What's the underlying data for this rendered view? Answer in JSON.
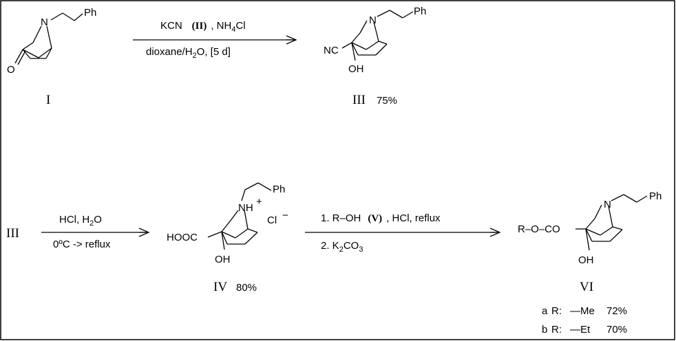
{
  "atoms": {
    "N": "N",
    "Ph": "Ph",
    "O": "O",
    "NC": "NC",
    "OH": "OH",
    "HOOC": "HOOC",
    "NH": "NH",
    "plus": "+",
    "Cl": "Cl",
    "minus": "−",
    "RO": "R–O–CO"
  },
  "step1": {
    "reagent_a": "KCN",
    "reagent_roman": "(II)",
    "reagent_b": ", NH",
    "reagent_b_sub": "4",
    "reagent_b_end": "Cl",
    "solvent_a": "dioxane/H",
    "solvent_sub": "2",
    "solvent_b": "O,  [5 d]"
  },
  "step2": {
    "reagent_a": "HCl,  H",
    "reagent_sub": "2",
    "reagent_b": "O",
    "cond": "0ºC  ->  reflux"
  },
  "step3": {
    "line1_a": "1.  R–OH",
    "line1_roman": "(V)",
    "line1_b": ", HCl,  reflux",
    "line2_a": "2.  K",
    "line2_sub1": "2",
    "line2_b": "CO",
    "line2_sub2": "3"
  },
  "compounds": {
    "I": "I",
    "III": "III",
    "III_yield": "75%",
    "III_left": "III",
    "IV": "IV",
    "IV_yield": "80%",
    "VI": "VI"
  },
  "variants": [
    {
      "letter": "a",
      "label": "R:",
      "group": "—Me",
      "yield": "72%"
    },
    {
      "letter": "b",
      "label": "R:",
      "group": "—Et",
      "yield": "70%"
    }
  ]
}
